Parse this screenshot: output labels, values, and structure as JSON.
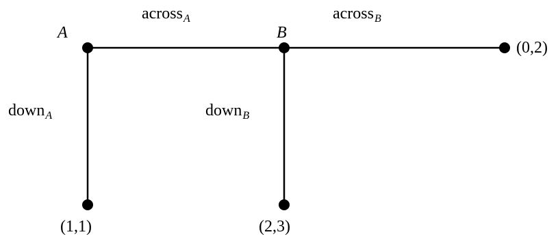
{
  "diagram": {
    "nodes": {
      "a": {
        "label": "A"
      },
      "b": {
        "label": "B"
      }
    },
    "edges": {
      "across_a": {
        "main": "across",
        "sub": "A"
      },
      "across_b": {
        "main": "across",
        "sub": "B"
      },
      "down_a": {
        "main": "down",
        "sub": "A"
      },
      "down_b": {
        "main": "down",
        "sub": "B"
      }
    },
    "payoffs": {
      "end_right": "(0,2)",
      "end_down_a": "(1,1)",
      "end_down_b": "(2,3)"
    }
  }
}
